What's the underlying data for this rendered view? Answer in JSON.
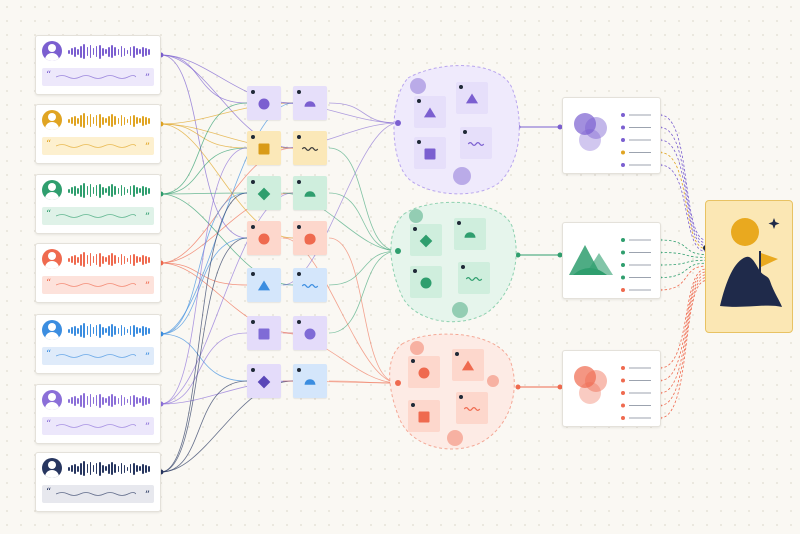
{
  "colors": {
    "background": "#faf8f3",
    "purple": "#7b5fd0",
    "orange": "#e0a422",
    "green": "#2f9e6e",
    "red": "#ef6a4f",
    "blue": "#3b8de0",
    "violet": "#7f6bd6",
    "navy": "#273660",
    "final_fill": "#fbe7b4",
    "final_border": "#e8c263"
  },
  "sources": [
    {
      "color": "#7b5fd0",
      "bg": "#ede8fb",
      "icon": "person-icon"
    },
    {
      "color": "#e0a422",
      "bg": "#fdf0cf",
      "icon": "person-icon"
    },
    {
      "color": "#2f9e6e",
      "bg": "#dff2e8",
      "icon": "person-icon"
    },
    {
      "color": "#ef6a4f",
      "bg": "#fde2db",
      "icon": "person-icon"
    },
    {
      "color": "#3b8de0",
      "bg": "#dfebfa",
      "icon": "person-icon"
    },
    {
      "color": "#8b6fd8",
      "bg": "#ece7fb",
      "icon": "person-icon"
    },
    {
      "color": "#273660",
      "bg": "#e7e8ee",
      "icon": "person-icon"
    }
  ],
  "notes": [
    {
      "bg": "#e6dffa",
      "fg": "#7b5fd0",
      "shape": "circle"
    },
    {
      "bg": "#e6dffa",
      "fg": "#7b5fd0",
      "shape": "half-circle"
    },
    {
      "bg": "#fbe8b8",
      "fg": "#d99b18",
      "shape": "square"
    },
    {
      "bg": "#fbe8b8",
      "fg": "#3a3a3a",
      "shape": "squiggle"
    },
    {
      "bg": "#cfeedd",
      "fg": "#2f9e6e",
      "shape": "diamond"
    },
    {
      "bg": "#cfeedd",
      "fg": "#2f9e6e",
      "shape": "half-circle"
    },
    {
      "bg": "#fdd7cc",
      "fg": "#ef6a4f",
      "shape": "circle"
    },
    {
      "bg": "#fdd7cc",
      "fg": "#ef6a4f",
      "shape": "blob"
    },
    {
      "bg": "#d4e6fb",
      "fg": "#3b8de0",
      "shape": "triangle"
    },
    {
      "bg": "#d4e6fb",
      "fg": "#3b8de0",
      "shape": "squiggle"
    },
    {
      "bg": "#e4dcfa",
      "fg": "#7f6bd6",
      "shape": "square"
    },
    {
      "bg": "#e4dcfa",
      "fg": "#7f6bd6",
      "shape": "circle"
    },
    {
      "bg": "#e4dcfa",
      "fg": "#5a47b8",
      "shape": "diamond"
    },
    {
      "bg": "#d4e6fb",
      "fg": "#3b8de0",
      "shape": "half-circle"
    }
  ],
  "clusters": [
    {
      "color": "#7b5fd0",
      "fill": "#efeafc",
      "stroke": "#b9a6ee",
      "note_bg": "#e6dffa",
      "shapes": [
        "square-triangle",
        "triangle",
        "square",
        "squiggle"
      ]
    },
    {
      "color": "#2f9e6e",
      "fill": "#e6f5ec",
      "stroke": "#8fd1b0",
      "note_bg": "#cfeedd",
      "shapes": [
        "diamond",
        "half-circle",
        "circle",
        "squiggle"
      ]
    },
    {
      "color": "#ef6a4f",
      "fill": "#fdebe5",
      "stroke": "#f4a896",
      "note_bg": "#fdd7cc",
      "shapes": [
        "circle",
        "triangle",
        "square",
        "squiggle"
      ]
    }
  ],
  "results": [
    {
      "color": "#7b5fd0",
      "icon": "venn-icon",
      "bullets": [
        "#7b5fd0",
        "#7b5fd0",
        "#7b5fd0",
        "#e0a422",
        "#7b5fd0"
      ]
    },
    {
      "color": "#2f9e6e",
      "icon": "mountains-icon",
      "bullets": [
        "#2f9e6e",
        "#2f9e6e",
        "#2f9e6e",
        "#2f9e6e",
        "#ef6a4f"
      ]
    },
    {
      "color": "#ef6a4f",
      "icon": "venn-icon",
      "bullets": [
        "#ef6a4f",
        "#ef6a4f",
        "#ef6a4f",
        "#ef6a4f",
        "#ef6a4f"
      ]
    }
  ],
  "final": {
    "icon": "summit-flag-icon",
    "sun": "#e9a91f",
    "mountain": "#1f2a4a",
    "flag": "#e9a91f",
    "sparkle": "#1f2a4a"
  }
}
